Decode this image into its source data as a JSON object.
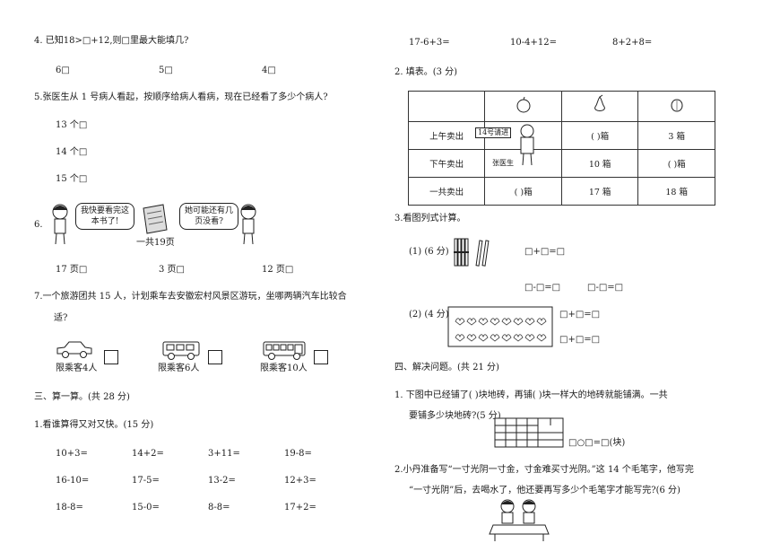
{
  "left": {
    "q4": {
      "title": "4. 已知18>□+12,则□里最大能填几?",
      "options": [
        "6□",
        "5□",
        "4□"
      ]
    },
    "q5": {
      "title": "5.张医生从 1 号病人看起，按顺序给病人看病，现在已经看了多少个病人?",
      "options": [
        "13 个□",
        "14 个□",
        "15 个□"
      ]
    },
    "q6": {
      "num": "6.",
      "bubble1": "我快要看完这本书了!",
      "bubble2": "她可能还有几页没看?",
      "book_label": "一共19页",
      "options": [
        "17 页□",
        "3 页□",
        "12 页□"
      ]
    },
    "q7": {
      "title": "7.一个旅游团共 15 人，计划乘车去安徽宏村风景区游玩，坐哪两辆汽车比较合",
      "title2": "适?",
      "vehicles": [
        "限乘客4人",
        "限乘客6人",
        "限乘客10人"
      ]
    },
    "section3": "三、算一算。(共 28 分)",
    "q3_1": {
      "title": "1.看谁算得又对又快。(15 分)",
      "rows": [
        [
          "10+3=",
          "14+2=",
          "3+11=",
          "19-8="
        ],
        [
          "16-10=",
          "17-5=",
          "13-2=",
          "12+3="
        ],
        [
          "18-8=",
          "15-0=",
          "8-8=",
          "17+2="
        ]
      ]
    }
  },
  "right": {
    "top_row": [
      "17-6+3=",
      "10-4+12=",
      "8+2+8="
    ],
    "q2": {
      "title": "2. 填表。(3 分)",
      "rows": [
        {
          "label": "上午卖出",
          "c1": "",
          "c2": "(  )箱",
          "c3": "3 箱"
        },
        {
          "label": "下午卖出",
          "c1": "",
          "c2": "10 箱",
          "c3": "(  )箱"
        },
        {
          "label": "一共卖出",
          "c1": "(  )箱",
          "c2": "17 箱",
          "c3": "18 箱"
        }
      ],
      "sign1": "14号请进",
      "sign2": "张医生"
    },
    "q3": {
      "title": "3.看图列式计算。",
      "p1": "(1) (6 分)",
      "p1_eq1": "□+□=□",
      "p1_eq2": "□-□=□",
      "p1_eq3": "□-□=□",
      "p2": "(2) (4 分)",
      "p2_eq1": "□+□=□",
      "p2_eq2": "□+□=□"
    },
    "section4": "四、解决问题。(共 21 分)",
    "p1": {
      "line1": "1. 下图中已经铺了(    )块地砖，再铺(    )块一样大的地砖就能铺满。一共",
      "line2": "要铺多少块地砖?(5 分)",
      "eq": "□○□=□(块)"
    },
    "p2": {
      "line1": "2.小丹准备写“一寸光阴一寸金，寸金难买寸光阴。”这 14 个毛笔字，他写完",
      "line2": "“一寸光阴”后，去喝水了，他还要再写多少个毛笔字才能写完?(6 分)"
    }
  }
}
